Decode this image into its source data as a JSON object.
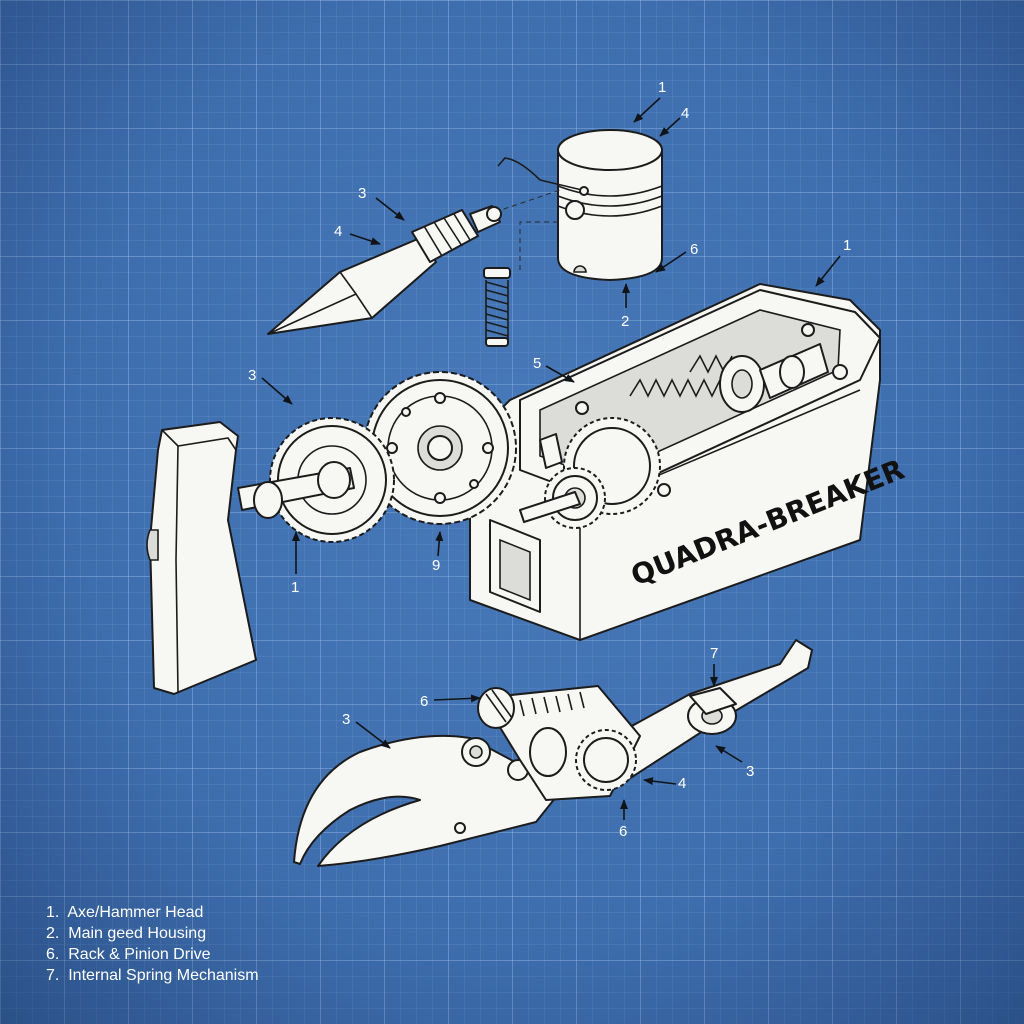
{
  "product_name": "QUADRA-BREAKER",
  "callouts": {
    "piston_top_1": "1",
    "piston_top_4": "4",
    "piston_side_6": "6",
    "piston_bottom_2": "2",
    "chisel_3": "3",
    "chisel_4": "4",
    "housing_1": "1",
    "housing_5": "5",
    "gear_left_3": "3",
    "shaft_1": "1",
    "gear_9": "9",
    "jaw_3": "3",
    "rack_6": "6",
    "arm_7": "7",
    "arm_3": "3",
    "pinion_4": "4",
    "pinion_6": "6"
  },
  "legend": [
    {
      "num": "1.",
      "label": "Axe/Hammer Head"
    },
    {
      "num": "2.",
      "label": "Main geed Housing"
    },
    {
      "num": "6.",
      "label": " Rack & Pinion Drive"
    },
    {
      "num": "7.",
      "label": "Internal Spring Mechanism"
    }
  ],
  "colors": {
    "blueprint_bg": "#3e6eae",
    "part_fill": "#f7f7f4",
    "ink": "#1c1c1c",
    "label_text": "#ffffff"
  }
}
